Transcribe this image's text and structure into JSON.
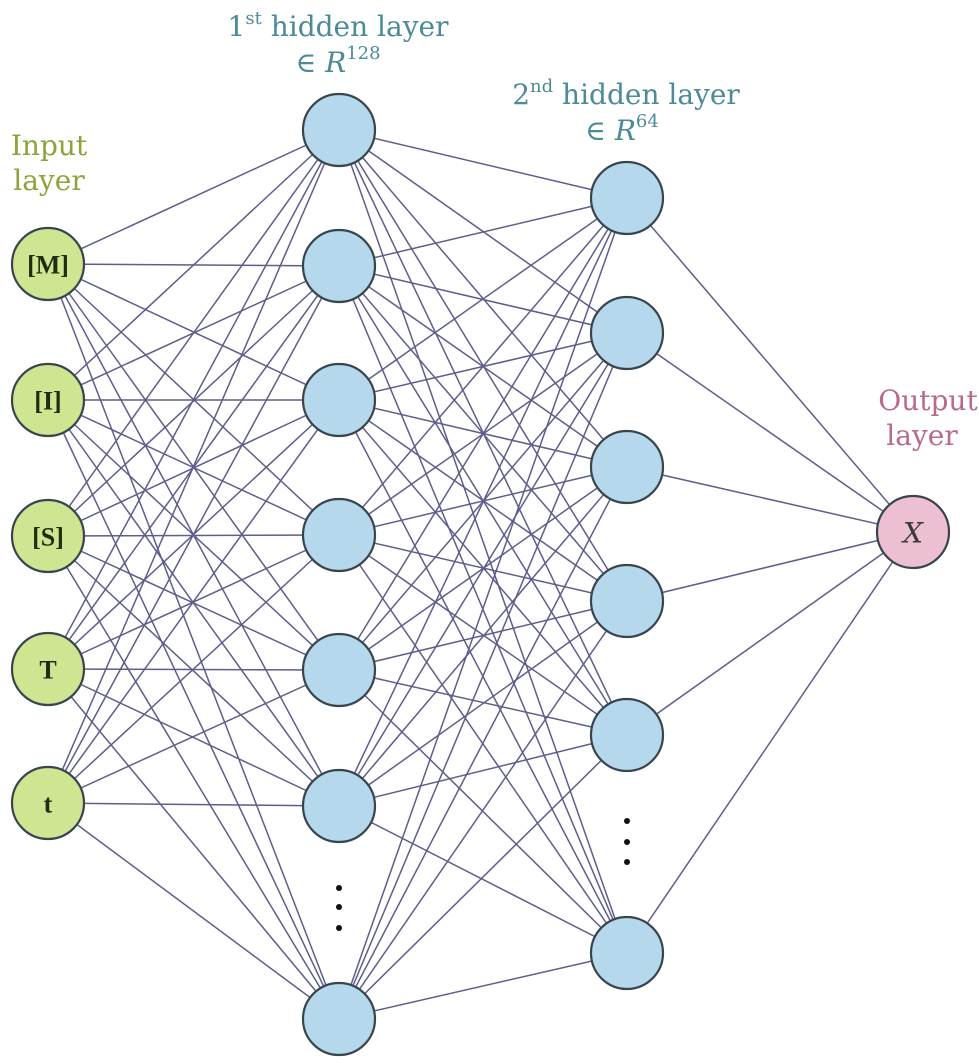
{
  "labels": {
    "input_line1": "Input",
    "input_line2": "layer",
    "hidden1_line1_num": "1",
    "hidden1_line1_sup": "st",
    "hidden1_line1_rest": " hidden layer",
    "hidden1_line2_base": "∈ ",
    "hidden1_line2_R": "R",
    "hidden1_line2_sup": "128",
    "hidden2_line1_num": "2",
    "hidden2_line1_sup": "nd",
    "hidden2_line1_rest": " hidden layer",
    "hidden2_line2_base": "∈ ",
    "hidden2_line2_R": "R",
    "hidden2_line2_sup": "64",
    "output_line1": "Output",
    "output_line2": "layer"
  },
  "input_nodes": [
    "[M]",
    "[I]",
    "[S]",
    "T",
    "t"
  ],
  "output_node": "X",
  "colors": {
    "input_fill": "#cfe591",
    "input_stroke": "#5f7a2a",
    "input_label": "#8aa53a",
    "hidden_fill": "#b6d8ec",
    "hidden_stroke": "#3c4a55",
    "hidden_label": "#4c8a99",
    "output_fill": "#ecbfd3",
    "output_stroke": "#4a3b45",
    "output_label": "#b86a8c",
    "edge": "#5e5d8c"
  }
}
